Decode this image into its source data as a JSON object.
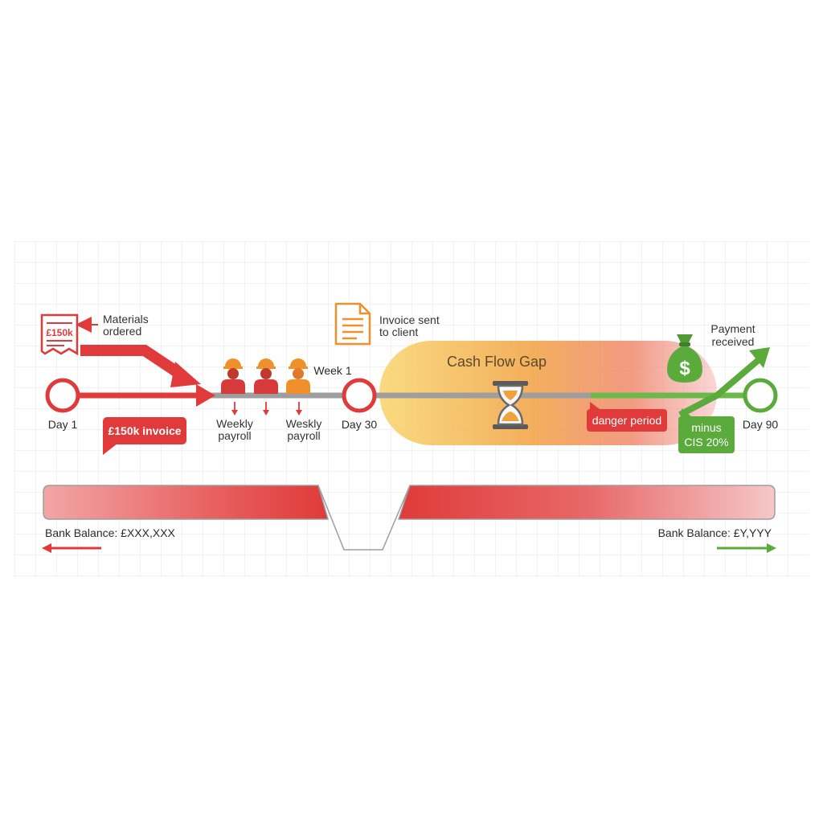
{
  "colors": {
    "red": "#e03a3a",
    "orange": "#f0902a",
    "amber": "#f5b942",
    "green": "#5aaa3c",
    "gray_line": "#9e9e9e",
    "grid": "#e4e4e4"
  },
  "timeline": {
    "day1": "Day 1",
    "day30": "Day 30",
    "day90": "Day 90",
    "week1": "Week 1"
  },
  "materials": {
    "receipt_amount": "£150k",
    "label_line1": "Materials",
    "label_line2": "ordered"
  },
  "invoice_callout": "£150k invoice",
  "payroll": {
    "label1_line1": "Weekly",
    "label1_line2": "payroll",
    "label2_line1": "Weskly",
    "label2_line2": "payroll"
  },
  "invoice_sent": {
    "line1": "Invoice sent",
    "line2": "to client"
  },
  "gap": {
    "title": "Cash Flow Gap",
    "danger": "danger period"
  },
  "payment": {
    "line1": "Payment",
    "line2": "received",
    "money_symbol": "$",
    "cis_line1": "minus",
    "cis_line2": "CIS 20%"
  },
  "balance": {
    "left": "Bank Balance:  £XXX,XXX",
    "right": "Bank Balance: £Y,YYY"
  },
  "icons": [
    "receipt-icon",
    "worker-icon",
    "document-icon",
    "hourglass-icon",
    "money-bag-icon",
    "arrow-icon"
  ]
}
